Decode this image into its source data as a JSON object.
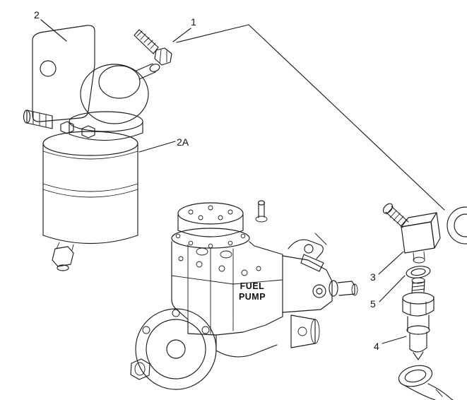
{
  "diagram": {
    "type": "exploded-parts-diagram",
    "background_color": "#ffffff",
    "line_color": "#1c1c1c",
    "callouts": {
      "c1": "1",
      "c2": "2",
      "c2a": "2A",
      "c3": "3",
      "c4": "4",
      "c5": "5"
    },
    "part_label": {
      "line1": "FUEL",
      "line2": "PUMP"
    }
  }
}
